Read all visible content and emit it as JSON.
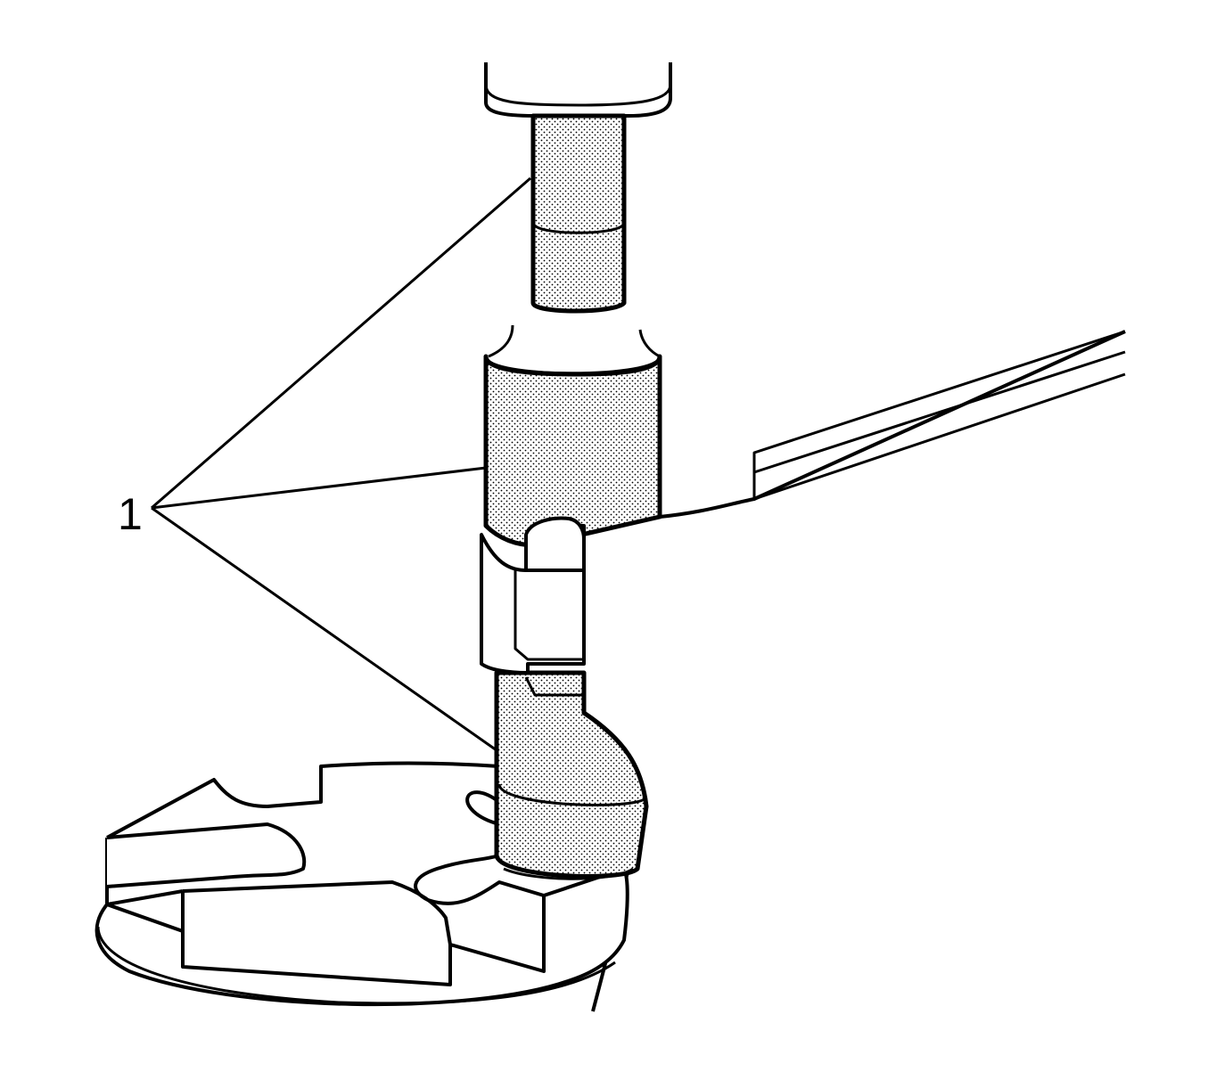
{
  "figure": {
    "callout_label": "1",
    "colors": {
      "stroke": "#000000",
      "fill": "#ffffff",
      "stipple": "#000000"
    },
    "parts": [
      "press-ram",
      "installer-tool-upper",
      "installer-tool-lower",
      "shaft-bracket",
      "clip",
      "fixture-plate",
      "housing"
    ]
  }
}
